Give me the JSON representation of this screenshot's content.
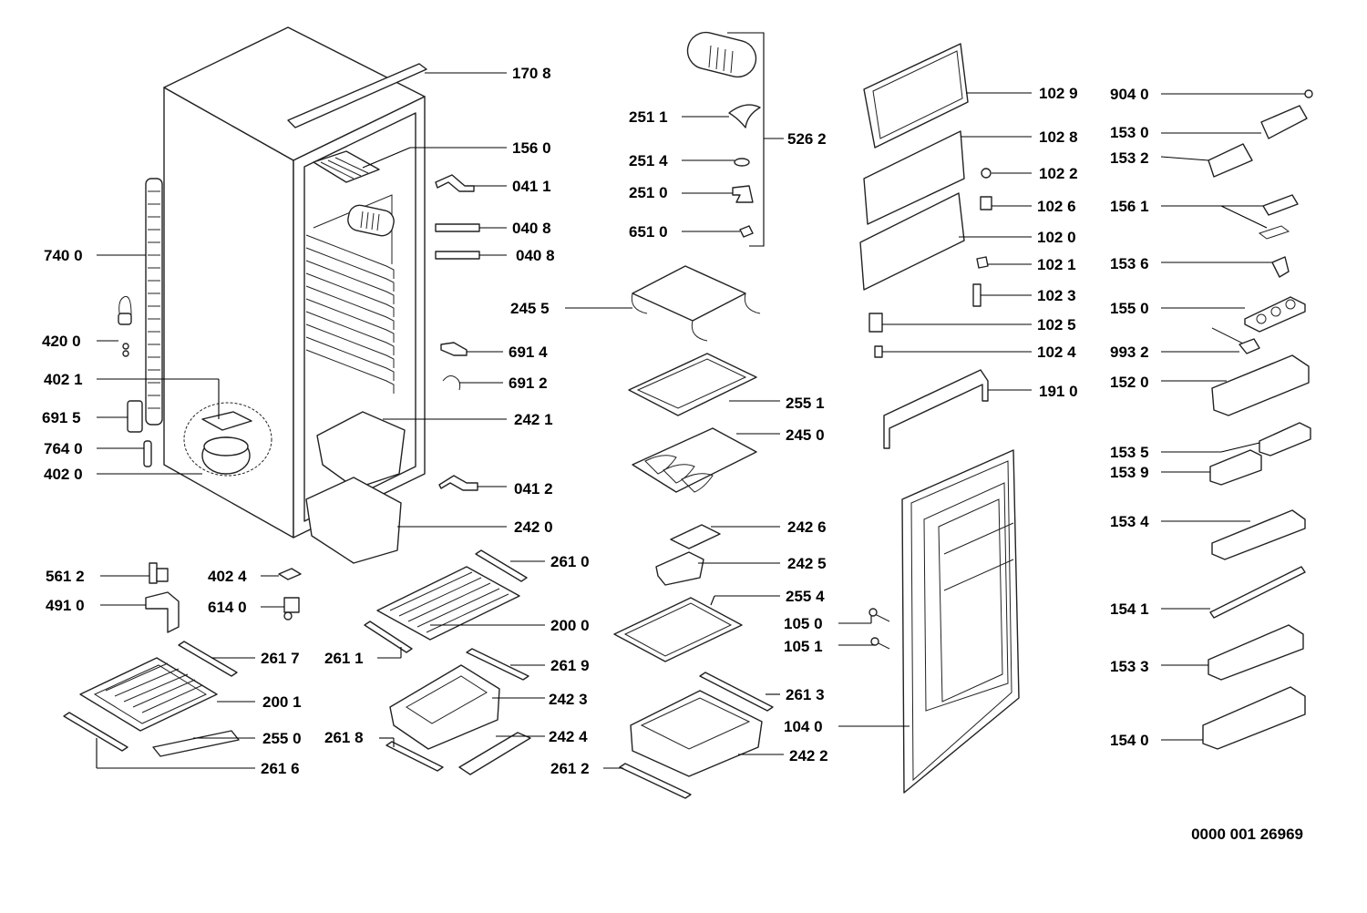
{
  "callouts": [
    {
      "id": "c1708",
      "text": "170 8"
    },
    {
      "id": "c1560",
      "text": "156 0"
    },
    {
      "id": "c0411",
      "text": "041 1"
    },
    {
      "id": "c0408a",
      "text": "040 8"
    },
    {
      "id": "c0408b",
      "text": "040 8"
    },
    {
      "id": "c7400",
      "text": "740 0"
    },
    {
      "id": "c4200",
      "text": "420 0"
    },
    {
      "id": "c4021",
      "text": "402 1"
    },
    {
      "id": "c6915",
      "text": "691 5"
    },
    {
      "id": "c7640",
      "text": "764 0"
    },
    {
      "id": "c4020",
      "text": "402 0"
    },
    {
      "id": "c6914",
      "text": "691 4"
    },
    {
      "id": "c6912",
      "text": "691 2"
    },
    {
      "id": "c2421",
      "text": "242 1"
    },
    {
      "id": "c0412",
      "text": "041 2"
    },
    {
      "id": "c2420",
      "text": "242 0"
    },
    {
      "id": "c5612",
      "text": "561 2"
    },
    {
      "id": "c4910",
      "text": "491 0"
    },
    {
      "id": "c4024",
      "text": "402 4"
    },
    {
      "id": "c6140",
      "text": "614 0"
    },
    {
      "id": "c2610",
      "text": "261 0"
    },
    {
      "id": "c2000",
      "text": "200 0"
    },
    {
      "id": "c2617",
      "text": "261 7"
    },
    {
      "id": "c2611",
      "text": "261 1"
    },
    {
      "id": "c2619",
      "text": "261 9"
    },
    {
      "id": "c2001",
      "text": "200 1"
    },
    {
      "id": "c2423",
      "text": "242 3"
    },
    {
      "id": "c2550",
      "text": "255 0"
    },
    {
      "id": "c2618",
      "text": "261 8"
    },
    {
      "id": "c2424",
      "text": "242 4"
    },
    {
      "id": "c2616",
      "text": "261 6"
    },
    {
      "id": "c2612",
      "text": "261 2"
    },
    {
      "id": "c2511",
      "text": "251 1"
    },
    {
      "id": "c2514",
      "text": "251 4"
    },
    {
      "id": "c2510",
      "text": "251 0"
    },
    {
      "id": "c6510",
      "text": "651 0"
    },
    {
      "id": "c5262",
      "text": "526 2"
    },
    {
      "id": "c2455",
      "text": "245 5"
    },
    {
      "id": "c2551",
      "text": "255 1"
    },
    {
      "id": "c2450",
      "text": "245 0"
    },
    {
      "id": "c2426",
      "text": "242 6"
    },
    {
      "id": "c2425",
      "text": "242 5"
    },
    {
      "id": "c2554",
      "text": "255 4"
    },
    {
      "id": "c1050",
      "text": "105 0"
    },
    {
      "id": "c1051",
      "text": "105 1"
    },
    {
      "id": "c2613",
      "text": "261 3"
    },
    {
      "id": "c1040",
      "text": "104 0"
    },
    {
      "id": "c2422",
      "text": "242 2"
    },
    {
      "id": "c1029",
      "text": "102 9"
    },
    {
      "id": "c1028",
      "text": "102 8"
    },
    {
      "id": "c1022",
      "text": "102 2"
    },
    {
      "id": "c1026",
      "text": "102 6"
    },
    {
      "id": "c1020",
      "text": "102 0"
    },
    {
      "id": "c1021",
      "text": "102 1"
    },
    {
      "id": "c1023",
      "text": "102 3"
    },
    {
      "id": "c1025",
      "text": "102 5"
    },
    {
      "id": "c1024",
      "text": "102 4"
    },
    {
      "id": "c1910",
      "text": "191 0"
    },
    {
      "id": "c9040",
      "text": "904 0"
    },
    {
      "id": "c1530",
      "text": "153 0"
    },
    {
      "id": "c1532",
      "text": "153 2"
    },
    {
      "id": "c1561",
      "text": "156 1"
    },
    {
      "id": "c1536",
      "text": "153 6"
    },
    {
      "id": "c1550",
      "text": "155 0"
    },
    {
      "id": "c9932",
      "text": "993 2"
    },
    {
      "id": "c1520",
      "text": "152 0"
    },
    {
      "id": "c1535",
      "text": "153 5"
    },
    {
      "id": "c1539",
      "text": "153 9"
    },
    {
      "id": "c1534",
      "text": "153 4"
    },
    {
      "id": "c1541",
      "text": "154 1"
    },
    {
      "id": "c1533",
      "text": "153 3"
    },
    {
      "id": "c1540",
      "text": "154 0"
    }
  ],
  "document_number": "0000 001 26969"
}
